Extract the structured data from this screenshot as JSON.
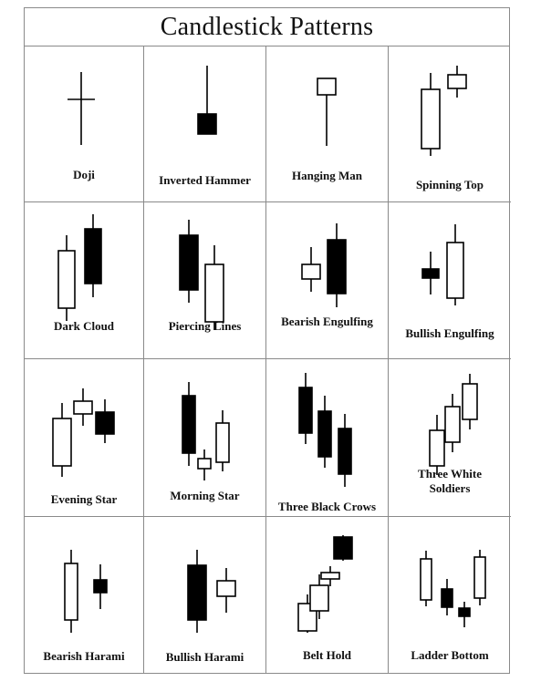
{
  "title": "Candlestick Patterns",
  "patterns": [
    {
      "name": "Doji"
    },
    {
      "name": "Inverted Hammer"
    },
    {
      "name": "Hanging Man"
    },
    {
      "name": "Spinning Top"
    },
    {
      "name": "Dark Cloud"
    },
    {
      "name": "Piercing Lines"
    },
    {
      "name": "Bearish Engulfing"
    },
    {
      "name": "Bullish Engulfing"
    },
    {
      "name": "Evening Star"
    },
    {
      "name": "Morning Star"
    },
    {
      "name": "Three Black Crows"
    },
    {
      "name": "Three White Soldiers"
    },
    {
      "name": "Bearish Harami"
    },
    {
      "name": "Bullish Harami"
    },
    {
      "name": "Belt Hold"
    },
    {
      "name": "Ladder Bottom"
    }
  ],
  "colors": {
    "bearish": "#000000",
    "bullish": "#ffffff",
    "stroke": "#000000"
  }
}
